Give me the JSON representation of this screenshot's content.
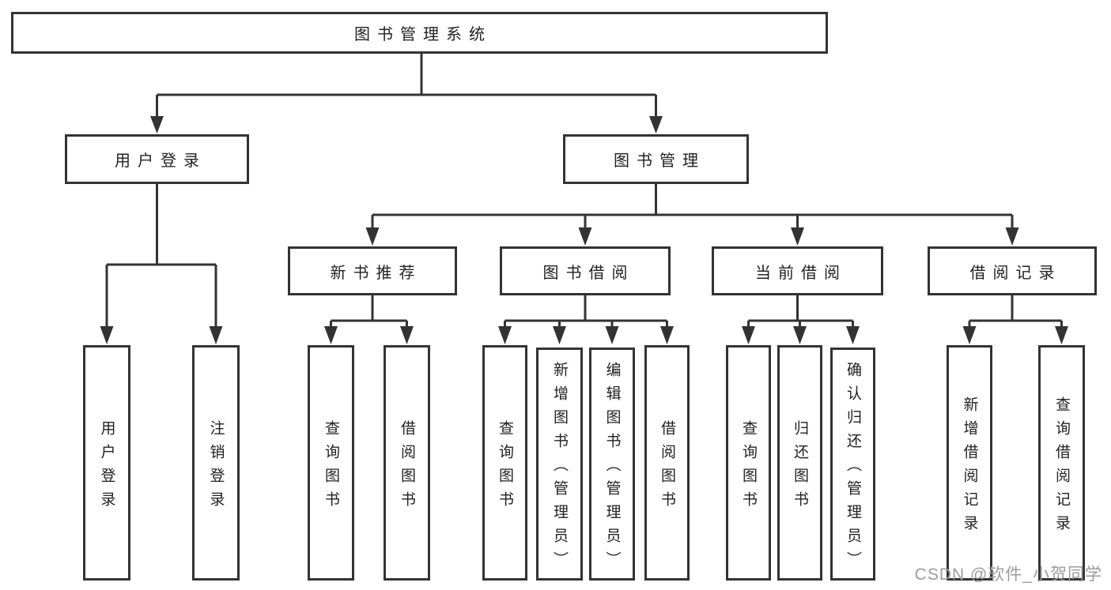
{
  "diagram": {
    "type": "hierarchy",
    "tree": {
      "label": "图书管理系统",
      "children": [
        {
          "label": "用户登录",
          "children": [
            {
              "label": "用户登录"
            },
            {
              "label": "注销登录"
            }
          ]
        },
        {
          "label": "图书管理",
          "children": [
            {
              "label": "新书推荐",
              "children": [
                {
                  "label": "查询图书"
                },
                {
                  "label": "借阅图书"
                }
              ]
            },
            {
              "label": "图书借阅",
              "children": [
                {
                  "label": "查询图书"
                },
                {
                  "label": "新增图书（管理员）"
                },
                {
                  "label": "编辑图书（管理员）"
                },
                {
                  "label": "借阅图书"
                }
              ]
            },
            {
              "label": "当前借阅",
              "children": [
                {
                  "label": "查询图书"
                },
                {
                  "label": "归还图书"
                },
                {
                  "label": "确认归还（管理员）"
                }
              ]
            },
            {
              "label": "借阅记录",
              "children": [
                {
                  "label": "新增借阅记录"
                },
                {
                  "label": "查询借阅记录"
                }
              ]
            }
          ]
        }
      ]
    },
    "colors": {
      "line": "#333333",
      "text": "#222222",
      "background": "#ffffff",
      "watermark": "#9c9c9c"
    }
  },
  "watermark": {
    "text": "CSDN @软件_小贺同学"
  }
}
